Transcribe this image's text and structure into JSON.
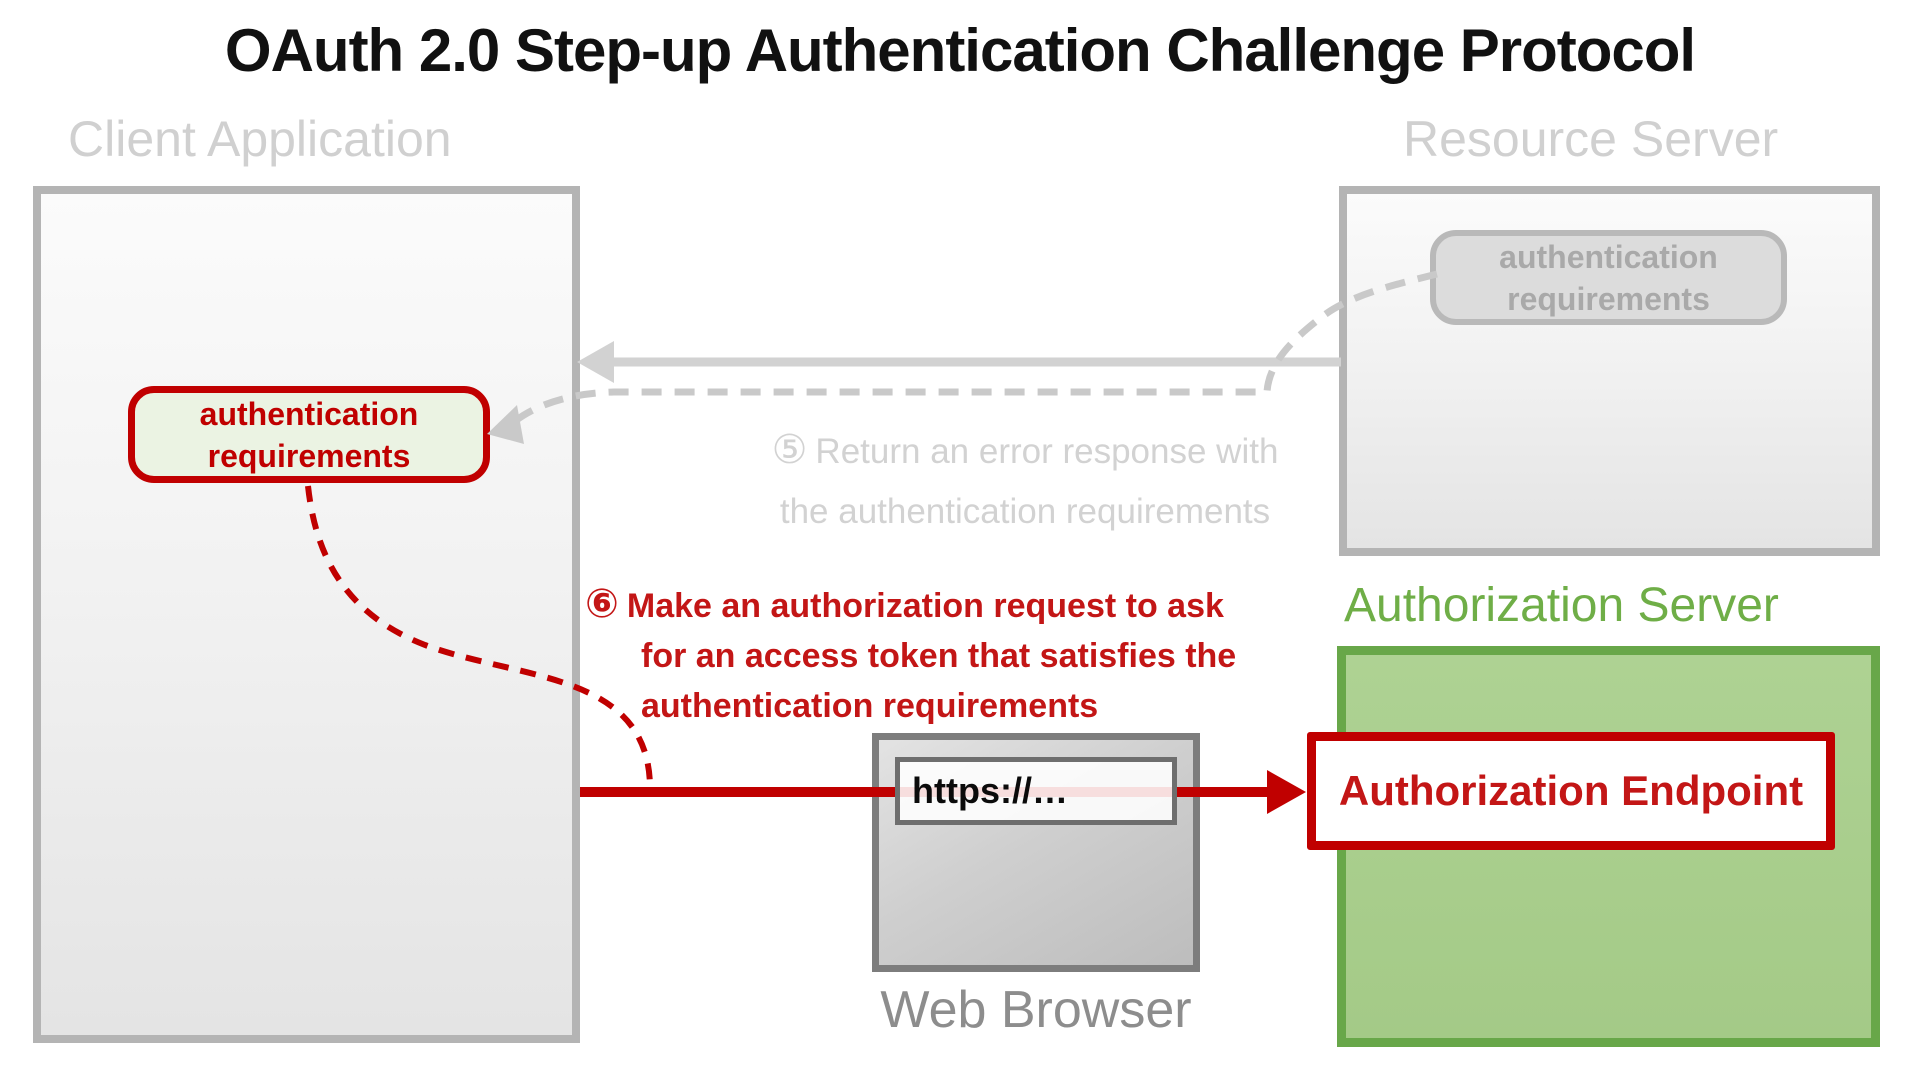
{
  "title": "OAuth 2.0 Step-up Authentication Challenge Protocol",
  "client_application": {
    "label": "Client Application",
    "badge": {
      "line1": "authentication",
      "line2": "requirements"
    }
  },
  "resource_server": {
    "label": "Resource Server",
    "badge": {
      "line1": "authentication",
      "line2": "requirements"
    }
  },
  "authorization_server": {
    "label": "Authorization Server",
    "endpoint_label": "Authorization Endpoint"
  },
  "web_browser": {
    "label": "Web Browser",
    "url_text": "https://…"
  },
  "steps": {
    "step5": {
      "number": "⑤",
      "line1": "Return an error response with",
      "line2": "the authentication requirements"
    },
    "step6": {
      "number": "⑥",
      "line1": "Make an authorization request to ask",
      "line2": "for an access token that satisfies the",
      "line3": "authentication requirements"
    }
  },
  "colors": {
    "red": "#c00000",
    "red_text": "#c31616",
    "light_green_badge_fill": "#ebf3e3",
    "green_border": "#68a749",
    "green_fill": "#a9cf8c",
    "green_text": "#6fae47",
    "gray_box_border": "#b4b4b4",
    "light_gray_label": "#d0d0d0",
    "mid_gray_label": "#8d8d8d",
    "gray_badge_fill": "#dcdcdc",
    "gray_badge_text": "#a9a9a9",
    "solid_gray_arrow": "#d2d2d2",
    "dashed_gray_arrow": "#c9c9c9",
    "browser_border": "#7d7d7d",
    "title_color": "#111111"
  }
}
